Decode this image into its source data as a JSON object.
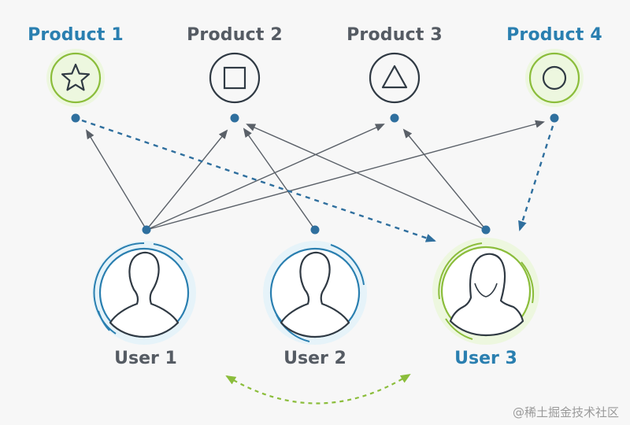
{
  "colors": {
    "accent_blue": "#2a7fb0",
    "accent_green": "#8bbd3b",
    "ink": "#303a44",
    "label_dark": "#555b63",
    "node_blue": "#2f6f9e",
    "arrow_gray": "#5a6068",
    "glow_blue": "#d8f0fb",
    "glow_green": "#e6f6cf"
  },
  "products": [
    {
      "label": "Product 1",
      "icon": "star-icon",
      "highlight": "blue-green"
    },
    {
      "label": "Product 2",
      "icon": "square-icon",
      "highlight": "none"
    },
    {
      "label": "Product 3",
      "icon": "triangle-icon",
      "highlight": "none"
    },
    {
      "label": "Product 4",
      "icon": "circle-icon",
      "highlight": "blue-green"
    }
  ],
  "users": [
    {
      "label": "User 1",
      "icon": "male-user-icon",
      "highlight": "none"
    },
    {
      "label": "User 2",
      "icon": "male-user-icon",
      "highlight": "none"
    },
    {
      "label": "User 3",
      "icon": "female-user-icon",
      "highlight": "target"
    }
  ],
  "edges": [
    {
      "from": "user-1",
      "to": "product-1",
      "style": "solid"
    },
    {
      "from": "user-1",
      "to": "product-2",
      "style": "solid"
    },
    {
      "from": "user-1",
      "to": "product-3",
      "style": "solid"
    },
    {
      "from": "user-1",
      "to": "product-4",
      "style": "solid"
    },
    {
      "from": "user-2",
      "to": "product-2",
      "style": "solid"
    },
    {
      "from": "user-3",
      "to": "product-2",
      "style": "solid"
    },
    {
      "from": "user-3",
      "to": "product-3",
      "style": "solid"
    },
    {
      "from": "product-1",
      "to": "user-3",
      "style": "dashed-recommendation"
    },
    {
      "from": "product-4",
      "to": "user-3",
      "style": "dashed-recommendation"
    },
    {
      "from": "user-1",
      "to": "user-3",
      "style": "dashed-similarity",
      "bidirectional": true
    }
  ],
  "watermark": "@稀土掘金技术社区"
}
